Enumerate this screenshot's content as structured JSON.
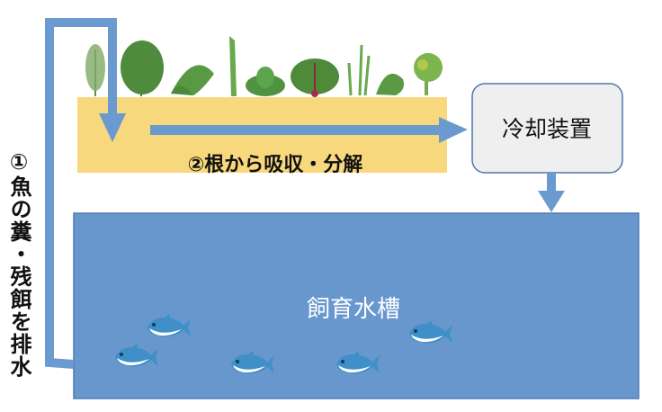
{
  "labels": {
    "step1": "①魚の糞・残餌を排水",
    "step2": "②根から吸収・分解",
    "cooler": "冷却装置",
    "tank": "飼育水槽"
  },
  "colors": {
    "pipe": "#6a9ad0",
    "bed": "#f8d87c",
    "tank": "#6897cd",
    "tank_border": "#4f7bb3",
    "cooler_fill": "#efefef",
    "cooler_border": "#4a77ad"
  }
}
